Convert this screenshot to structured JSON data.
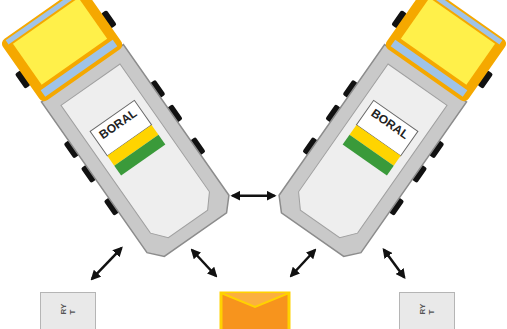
{
  "diagram": {
    "nodes": [
      {
        "text": [
          "BORAL"
        ]
      },
      {
        "text": [
          "BORAL"
        ]
      },
      {
        "text": [
          "RY T"
        ]
      },
      {
        "text": [
          "RY T"
        ]
      }
    ],
    "edges": [
      {
        "from": 0,
        "to": 1,
        "arrow": "both"
      },
      {
        "from": 0,
        "to": 2,
        "arrow": "both"
      },
      {
        "from": 1,
        "to": 3,
        "arrow": "both"
      }
    ]
  }
}
